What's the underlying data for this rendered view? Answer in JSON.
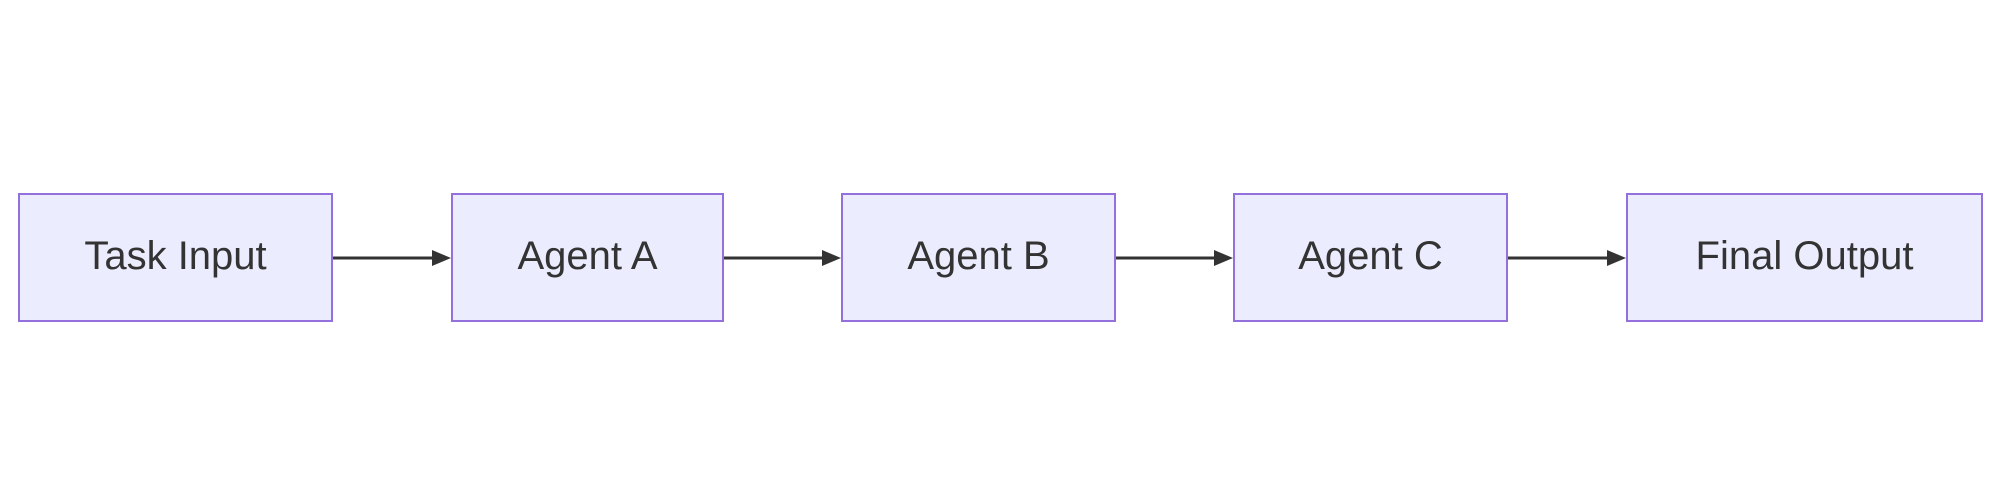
{
  "diagram": {
    "type": "flowchart",
    "direction": "left-to-right",
    "nodes": [
      {
        "id": "task-input",
        "label": "Task Input"
      },
      {
        "id": "agent-a",
        "label": "Agent A"
      },
      {
        "id": "agent-b",
        "label": "Agent B"
      },
      {
        "id": "agent-c",
        "label": "Agent C"
      },
      {
        "id": "final-output",
        "label": "Final Output"
      }
    ],
    "edges": [
      {
        "from": "task-input",
        "to": "agent-a",
        "style": "solid-arrow"
      },
      {
        "from": "agent-a",
        "to": "agent-b",
        "style": "solid-arrow"
      },
      {
        "from": "agent-b",
        "to": "agent-c",
        "style": "solid-arrow"
      },
      {
        "from": "agent-c",
        "to": "final-output",
        "style": "solid-arrow"
      }
    ],
    "colors": {
      "background": "#FFFFFF",
      "node_fill": "#ECECFF",
      "node_border": "#9370DB",
      "text": "#333333",
      "arrow": "#333333"
    }
  }
}
